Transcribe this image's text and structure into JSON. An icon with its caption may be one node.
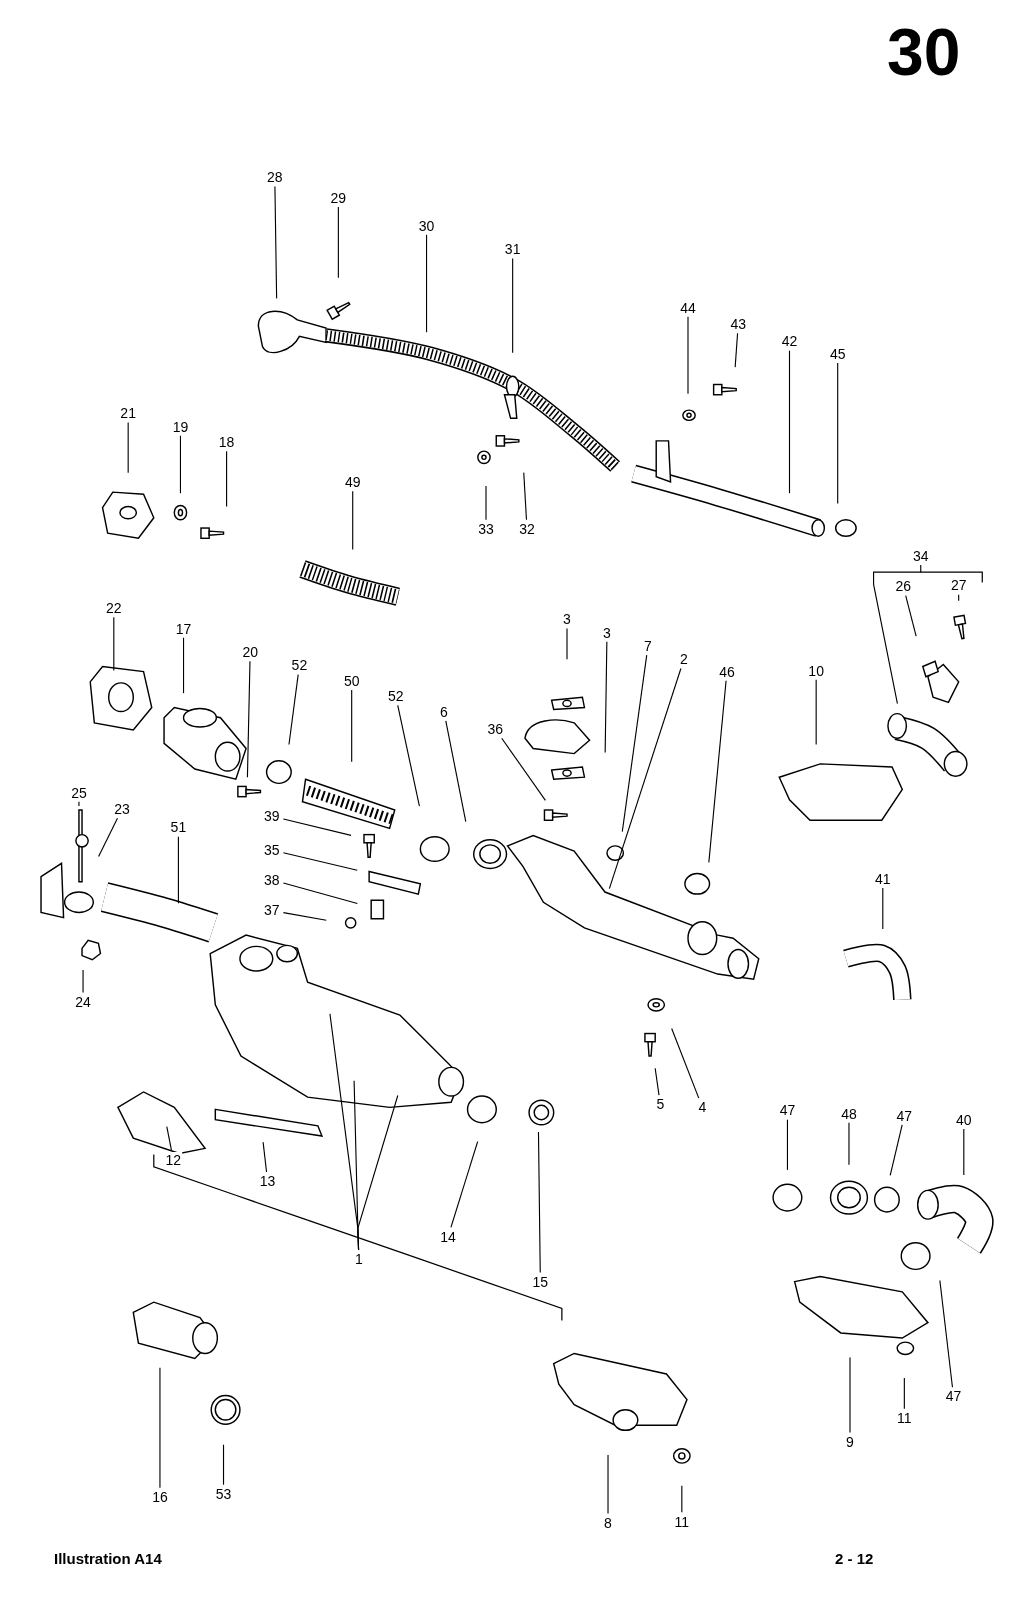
{
  "diagram": {
    "nodes": [
      {
        "text": [
          "28"
        ]
      },
      {
        "text": [
          "29"
        ]
      },
      {
        "text": [
          "30"
        ]
      },
      {
        "text": [
          "31"
        ]
      },
      {
        "text": [
          "44"
        ]
      },
      {
        "text": [
          "43"
        ]
      },
      {
        "text": [
          "42"
        ]
      },
      {
        "text": [
          "45"
        ]
      },
      {
        "text": [
          "21"
        ]
      },
      {
        "text": [
          "19"
        ]
      },
      {
        "text": [
          "18"
        ]
      },
      {
        "text": [
          "49"
        ]
      },
      {
        "text": [
          "33"
        ]
      },
      {
        "text": [
          "32"
        ]
      },
      {
        "text": [
          "34"
        ]
      },
      {
        "text": [
          "26"
        ]
      },
      {
        "text": [
          "27"
        ]
      },
      {
        "text": [
          "22"
        ]
      },
      {
        "text": [
          "17"
        ]
      },
      {
        "text": [
          "3"
        ]
      },
      {
        "text": [
          "3"
        ]
      },
      {
        "text": [
          "7"
        ]
      },
      {
        "text": [
          "2"
        ]
      },
      {
        "text": [
          "20"
        ]
      },
      {
        "text": [
          "52"
        ]
      },
      {
        "text": [
          "10"
        ]
      },
      {
        "text": [
          "46"
        ]
      },
      {
        "text": [
          "50"
        ]
      },
      {
        "text": [
          "52"
        ]
      },
      {
        "text": [
          "6"
        ]
      },
      {
        "text": [
          "36"
        ]
      },
      {
        "text": [
          "25"
        ]
      },
      {
        "text": [
          "23"
        ]
      },
      {
        "text": [
          "39"
        ]
      },
      {
        "text": [
          "51"
        ]
      },
      {
        "text": [
          "35"
        ]
      },
      {
        "text": [
          "41"
        ]
      },
      {
        "text": [
          "38"
        ]
      },
      {
        "text": [
          "37"
        ]
      },
      {
        "text": [
          "24"
        ]
      },
      {
        "text": [
          "5"
        ]
      },
      {
        "text": [
          "4"
        ]
      },
      {
        "text": [
          "47"
        ]
      },
      {
        "text": [
          "48"
        ]
      },
      {
        "text": [
          "47"
        ]
      },
      {
        "text": [
          "40"
        ]
      },
      {
        "text": [
          "12"
        ]
      },
      {
        "text": [
          "13"
        ]
      },
      {
        "text": [
          "14"
        ]
      },
      {
        "text": [
          "1"
        ]
      },
      {
        "text": [
          "15"
        ]
      },
      {
        "text": [
          "47"
        ]
      },
      {
        "text": [
          "11"
        ]
      },
      {
        "text": [
          "9"
        ]
      },
      {
        "text": [
          "16"
        ]
      },
      {
        "text": [
          "53"
        ]
      },
      {
        "text": [
          "11"
        ]
      },
      {
        "text": [
          "8"
        ]
      }
    ],
    "edges": [
      {
        "from": 0,
        "to": null,
        "arrow": "none"
      },
      {
        "from": 1,
        "to": null,
        "arrow": "none"
      },
      {
        "from": 2,
        "to": null,
        "arrow": "none"
      },
      {
        "from": 3,
        "to": null,
        "arrow": "none"
      },
      {
        "from": 4,
        "to": null,
        "arrow": "none"
      },
      {
        "from": 5,
        "to": null,
        "arrow": "none"
      },
      {
        "from": 6,
        "to": null,
        "arrow": "none"
      },
      {
        "from": 7,
        "to": null,
        "arrow": "none"
      },
      {
        "from": 8,
        "to": null,
        "arrow": "none"
      },
      {
        "from": 9,
        "to": null,
        "arrow": "none"
      },
      {
        "from": 10,
        "to": null,
        "arrow": "none"
      },
      {
        "from": 11,
        "to": null,
        "arrow": "none"
      },
      {
        "from": 12,
        "to": null,
        "arrow": "none"
      },
      {
        "from": 13,
        "to": null,
        "arrow": "none"
      },
      {
        "from": 14,
        "to": null,
        "arrow": "none"
      },
      {
        "from": 15,
        "to": null,
        "arrow": "none"
      },
      {
        "from": 16,
        "to": null,
        "arrow": "none"
      },
      {
        "from": 17,
        "to": null,
        "arrow": "none"
      },
      {
        "from": 18,
        "to": null,
        "arrow": "none"
      },
      {
        "from": 19,
        "to": null,
        "arrow": "none"
      },
      {
        "from": 20,
        "to": null,
        "arrow": "none"
      },
      {
        "from": 21,
        "to": null,
        "arrow": "none"
      },
      {
        "from": 22,
        "to": null,
        "arrow": "none"
      },
      {
        "from": 23,
        "to": null,
        "arrow": "none"
      },
      {
        "from": 24,
        "to": null,
        "arrow": "none"
      },
      {
        "from": 25,
        "to": null,
        "arrow": "none"
      },
      {
        "from": 26,
        "to": null,
        "arrow": "none"
      },
      {
        "from": 27,
        "to": null,
        "arrow": "none"
      },
      {
        "from": 28,
        "to": null,
        "arrow": "none"
      },
      {
        "from": 29,
        "to": null,
        "arrow": "none"
      },
      {
        "from": 30,
        "to": null,
        "arrow": "none"
      },
      {
        "from": 31,
        "to": null,
        "arrow": "none"
      },
      {
        "from": 32,
        "to": null,
        "arrow": "none"
      },
      {
        "from": 33,
        "to": null,
        "arrow": "none"
      },
      {
        "from": 34,
        "to": null,
        "arrow": "none"
      },
      {
        "from": 35,
        "to": null,
        "arrow": "none"
      },
      {
        "from": 36,
        "to": null,
        "arrow": "none"
      },
      {
        "from": 37,
        "to": null,
        "arrow": "none"
      },
      {
        "from": 38,
        "to": null,
        "arrow": "none"
      },
      {
        "from": 39,
        "to": null,
        "arrow": "none"
      },
      {
        "from": 40,
        "to": null,
        "arrow": "none"
      },
      {
        "from": 41,
        "to": null,
        "arrow": "none"
      },
      {
        "from": 42,
        "to": null,
        "arrow": "none"
      },
      {
        "from": 43,
        "to": null,
        "arrow": "none"
      },
      {
        "from": 44,
        "to": null,
        "arrow": "none"
      },
      {
        "from": 45,
        "to": null,
        "arrow": "none"
      },
      {
        "from": 46,
        "to": null,
        "arrow": "none"
      },
      {
        "from": 47,
        "to": null,
        "arrow": "none"
      },
      {
        "from": 48,
        "to": null,
        "arrow": "none"
      },
      {
        "from": 49,
        "to": null,
        "arrow": "none"
      },
      {
        "from": 49,
        "to": null,
        "arrow": "none"
      },
      {
        "from": 49,
        "to": null,
        "arrow": "none"
      },
      {
        "from": 50,
        "to": null,
        "arrow": "none"
      },
      {
        "from": 51,
        "to": null,
        "arrow": "none"
      },
      {
        "from": 52,
        "to": null,
        "arrow": "none"
      },
      {
        "from": 53,
        "to": null,
        "arrow": "none"
      },
      {
        "from": 54,
        "to": null,
        "arrow": "none"
      },
      {
        "from": 55,
        "to": null,
        "arrow": "none"
      },
      {
        "from": 56,
        "to": null,
        "arrow": "none"
      },
      {
        "from": 57,
        "to": null,
        "arrow": "none"
      }
    ],
    "labels": [
      "30",
      "Illustration A14",
      "2 - 12"
    ]
  }
}
